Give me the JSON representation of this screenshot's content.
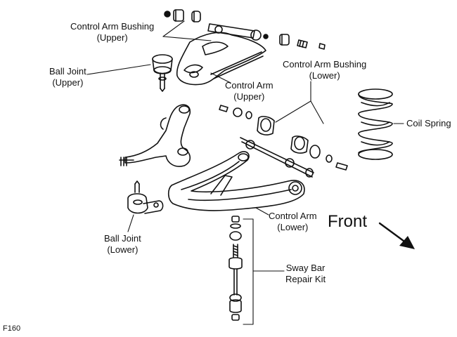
{
  "labels": {
    "control_arm_bushing_upper": {
      "line1": "Control Arm Bushing",
      "line2": "(Upper)"
    },
    "ball_joint_upper": {
      "line1": "Ball Joint",
      "line2": "(Upper)"
    },
    "control_arm_upper": {
      "line1": "Control Arm",
      "line2": "(Upper)"
    },
    "control_arm_bushing_lower": {
      "line1": "Control Arm Bushing",
      "line2": "(Lower)"
    },
    "coil_spring": "Coil Spring",
    "ball_joint_lower": {
      "line1": "Ball Joint",
      "line2": "(Lower)"
    },
    "control_arm_lower": {
      "line1": "Control Arm",
      "line2": "(Lower)"
    },
    "sway_bar_repair_kit": {
      "line1": "Sway Bar",
      "line2": "Repair Kit"
    }
  },
  "front_indicator": "Front",
  "figure_code": "F160",
  "colors": {
    "line": "#111111",
    "background": "#ffffff"
  }
}
